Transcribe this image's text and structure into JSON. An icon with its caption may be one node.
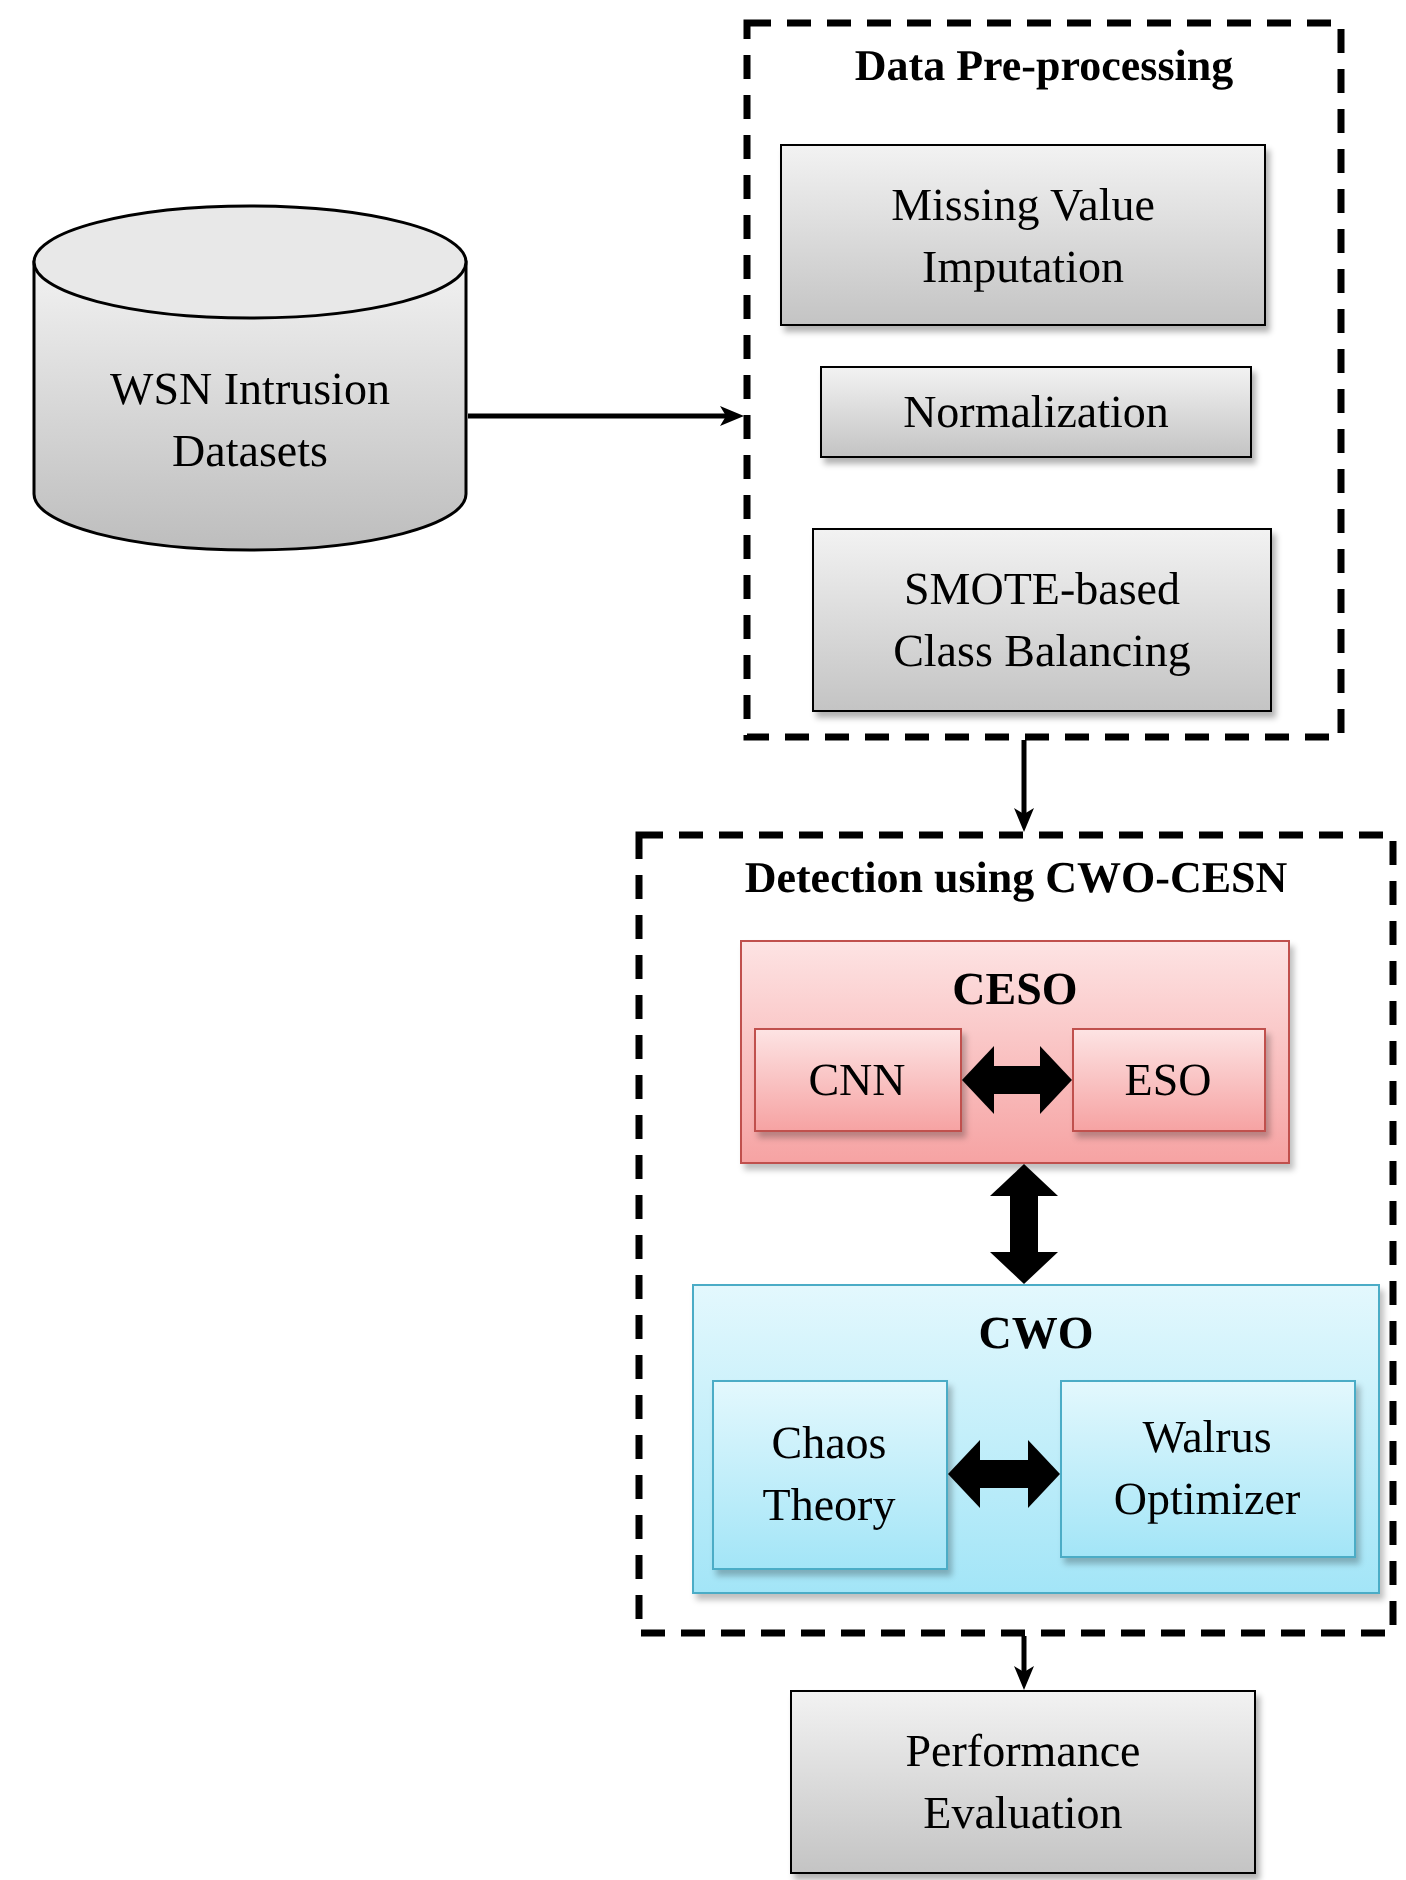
{
  "diagram": {
    "nodes": [
      {
        "text": [
          "WSN Intrusion Datasets"
        ]
      },
      {
        "text": [
          "Data Pre-processing"
        ]
      },
      {
        "text": [
          "Missing Value Imputation"
        ],
        "in": 1
      },
      {
        "text": [
          "Normalization"
        ],
        "in": 1
      },
      {
        "text": [
          "SMOTE-based Class Balancing"
        ],
        "in": 1
      },
      {
        "text": [
          "Detection using CWO-CESN"
        ]
      },
      {
        "text": [
          "CESO"
        ],
        "in": 5
      },
      {
        "text": [
          "CNN"
        ],
        "in": 6
      },
      {
        "text": [
          "ESO"
        ],
        "in": 6
      },
      {
        "text": [
          "CWO"
        ],
        "in": 5
      },
      {
        "text": [
          "Chaos Theory"
        ],
        "in": 9
      },
      {
        "text": [
          "Walrus Optimizer"
        ],
        "in": 9
      },
      {
        "text": [
          "Performance Evaluation"
        ]
      }
    ],
    "edges": [
      {
        "from": 0,
        "to": 1,
        "arrow": "to"
      },
      {
        "from": 1,
        "to": 5,
        "arrow": "to"
      },
      {
        "from": 7,
        "to": 8,
        "arrow": "both",
        "style": "thick"
      },
      {
        "from": 6,
        "to": 9,
        "arrow": "both",
        "style": "thick"
      },
      {
        "from": 10,
        "to": 11,
        "arrow": "both",
        "style": "thick"
      },
      {
        "from": 5,
        "to": 12,
        "arrow": "to"
      }
    ]
  }
}
